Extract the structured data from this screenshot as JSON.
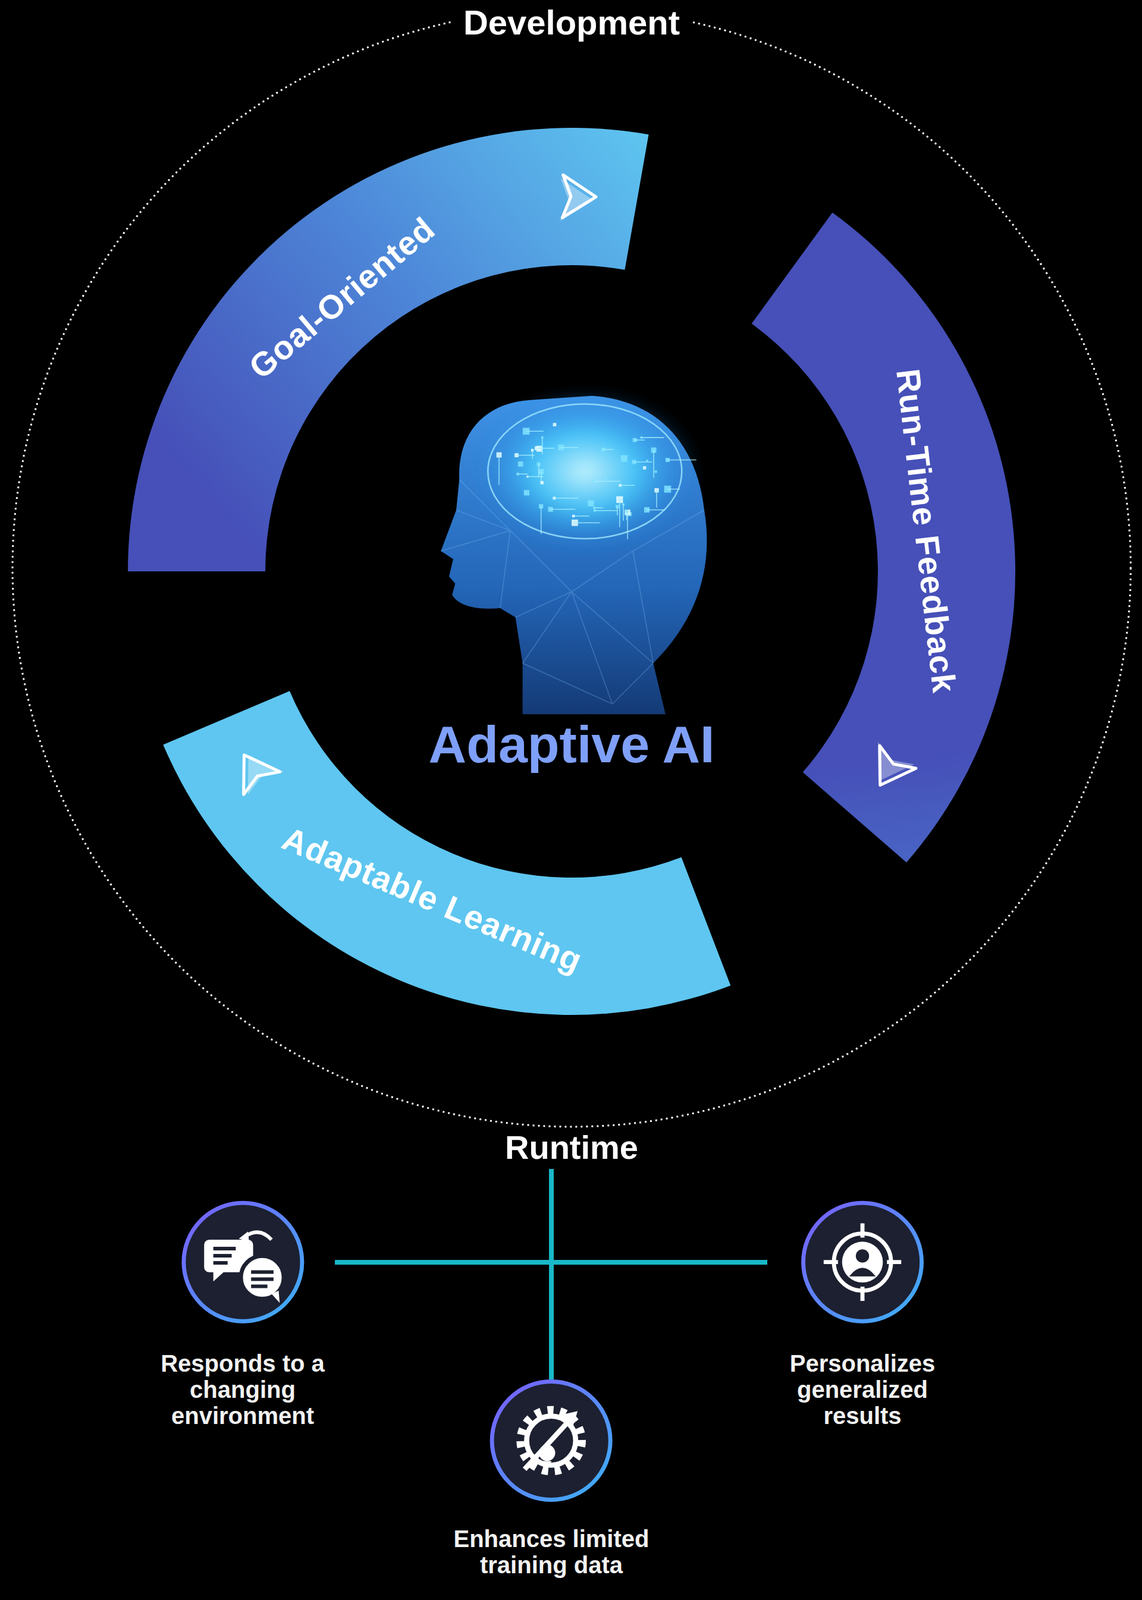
{
  "diagram": {
    "nodes": [
      {
        "text": [
          "Goal-Oriented"
        ]
      },
      {
        "text": [
          "Run-Time Feedback"
        ]
      },
      {
        "text": [
          "Adaptable Learning"
        ]
      },
      {
        "text": [
          "Runtime"
        ]
      },
      {
        "text": [
          "Responds to a changing environment"
        ]
      },
      {
        "text": [
          "Enhances limited training data"
        ]
      },
      {
        "text": [
          "Personalizes generalized results"
        ]
      }
    ],
    "edges": [
      {
        "from": 3,
        "to": 4,
        "arrow": "none"
      },
      {
        "from": 3,
        "to": 5,
        "arrow": "none"
      },
      {
        "from": 3,
        "to": 6,
        "arrow": "none"
      }
    ],
    "labels": [
      "Development",
      "Adaptive AI"
    ]
  }
}
